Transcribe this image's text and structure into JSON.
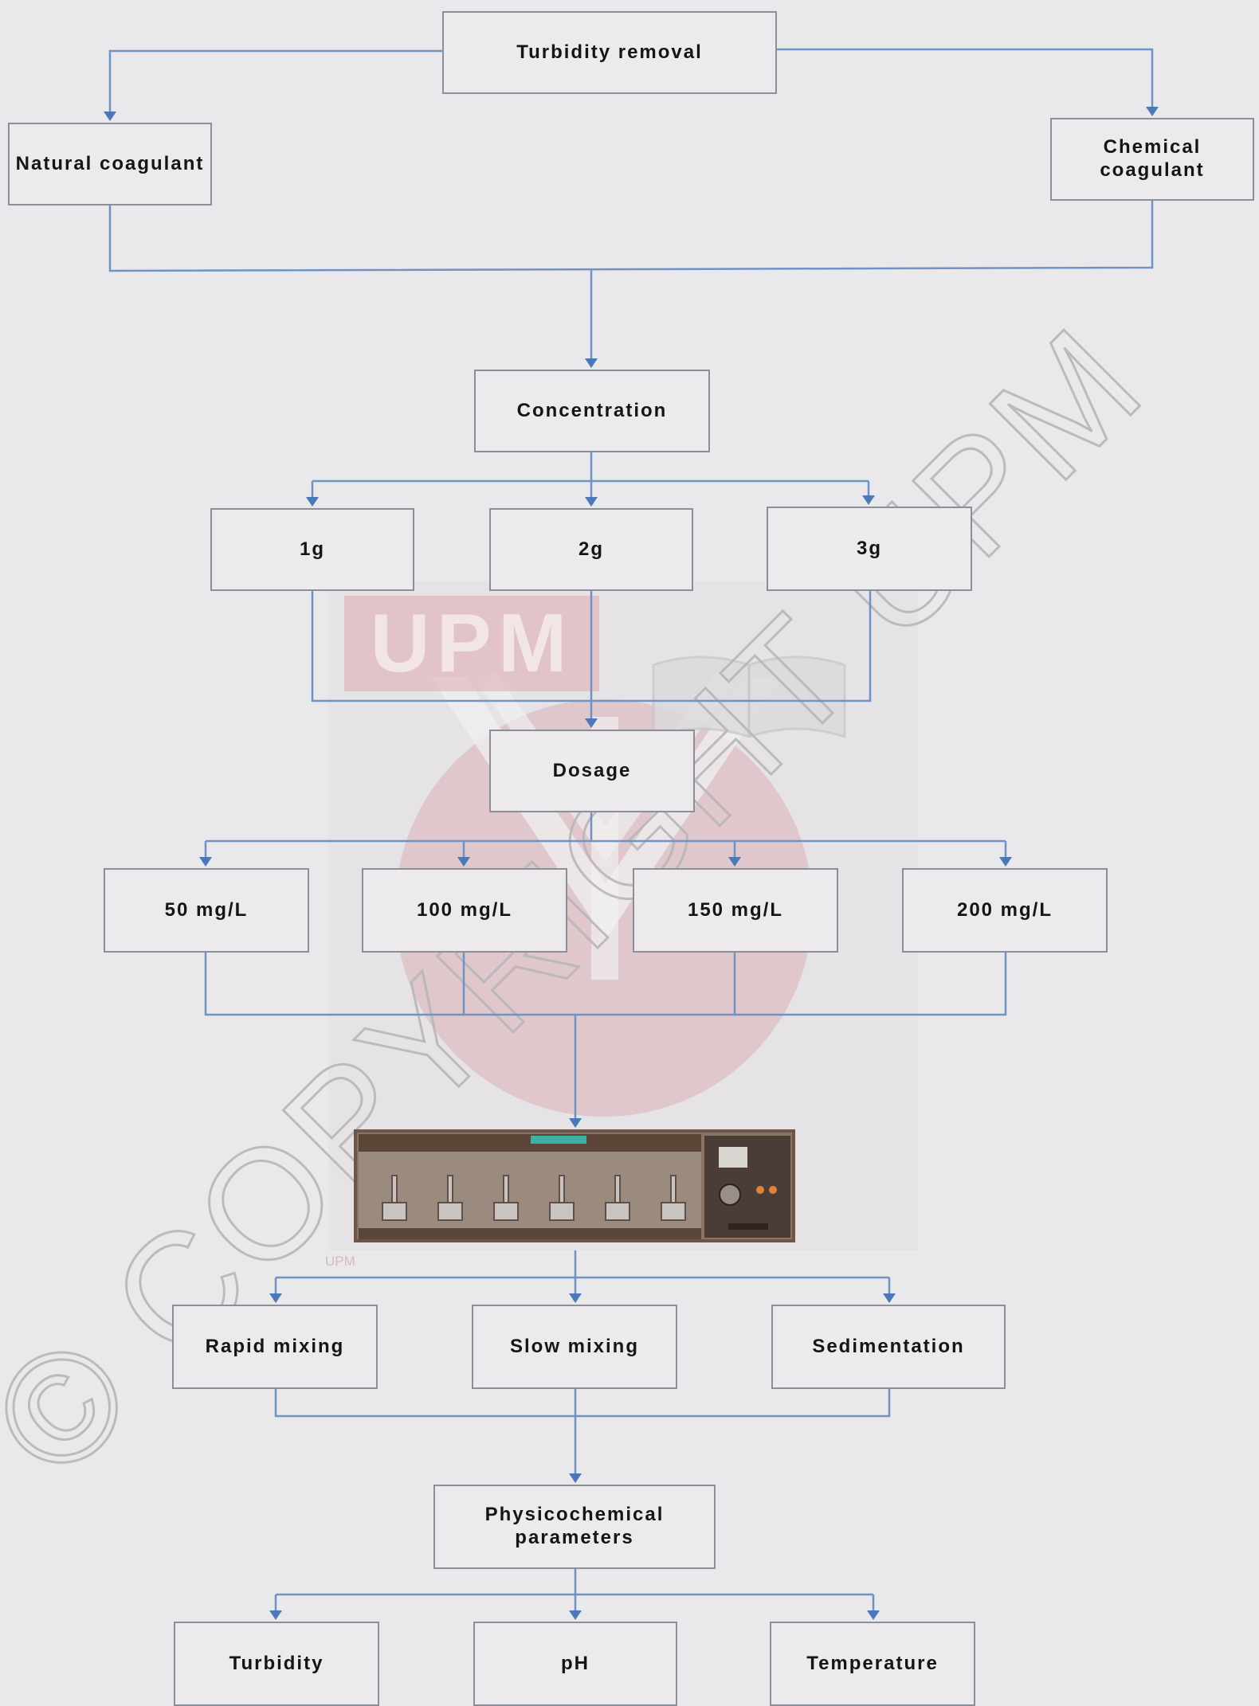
{
  "diagram": {
    "root": "Turbidity removal",
    "coagulants": [
      "Natural coagulant",
      "Chemical coagulant"
    ],
    "concentration": {
      "label": "Concentration",
      "levels": [
        "1g",
        "2g",
        "3g"
      ]
    },
    "dosage": {
      "label": "Dosage",
      "levels": [
        "50 mg/L",
        "100 mg/L",
        "150 mg/L",
        "200 mg/L"
      ]
    },
    "jar_test_steps": [
      "Rapid mixing",
      "Slow mixing",
      "Sedimentation"
    ],
    "parameters": {
      "label": "Physicochemical parameters",
      "items": [
        "Turbidity",
        "pH",
        "Temperature"
      ]
    }
  },
  "watermark": {
    "logo_text": "UPM",
    "copyright_text": "© COPYRIGHT UPM",
    "small_text": "UPM"
  },
  "colors": {
    "connector": "#6f93c4",
    "arrowhead": "#4a78b8",
    "box_border": "#8a8f98",
    "box_fill": "#eceaec",
    "background": "#e9e8ea",
    "watermark_red": "#c9454f"
  }
}
